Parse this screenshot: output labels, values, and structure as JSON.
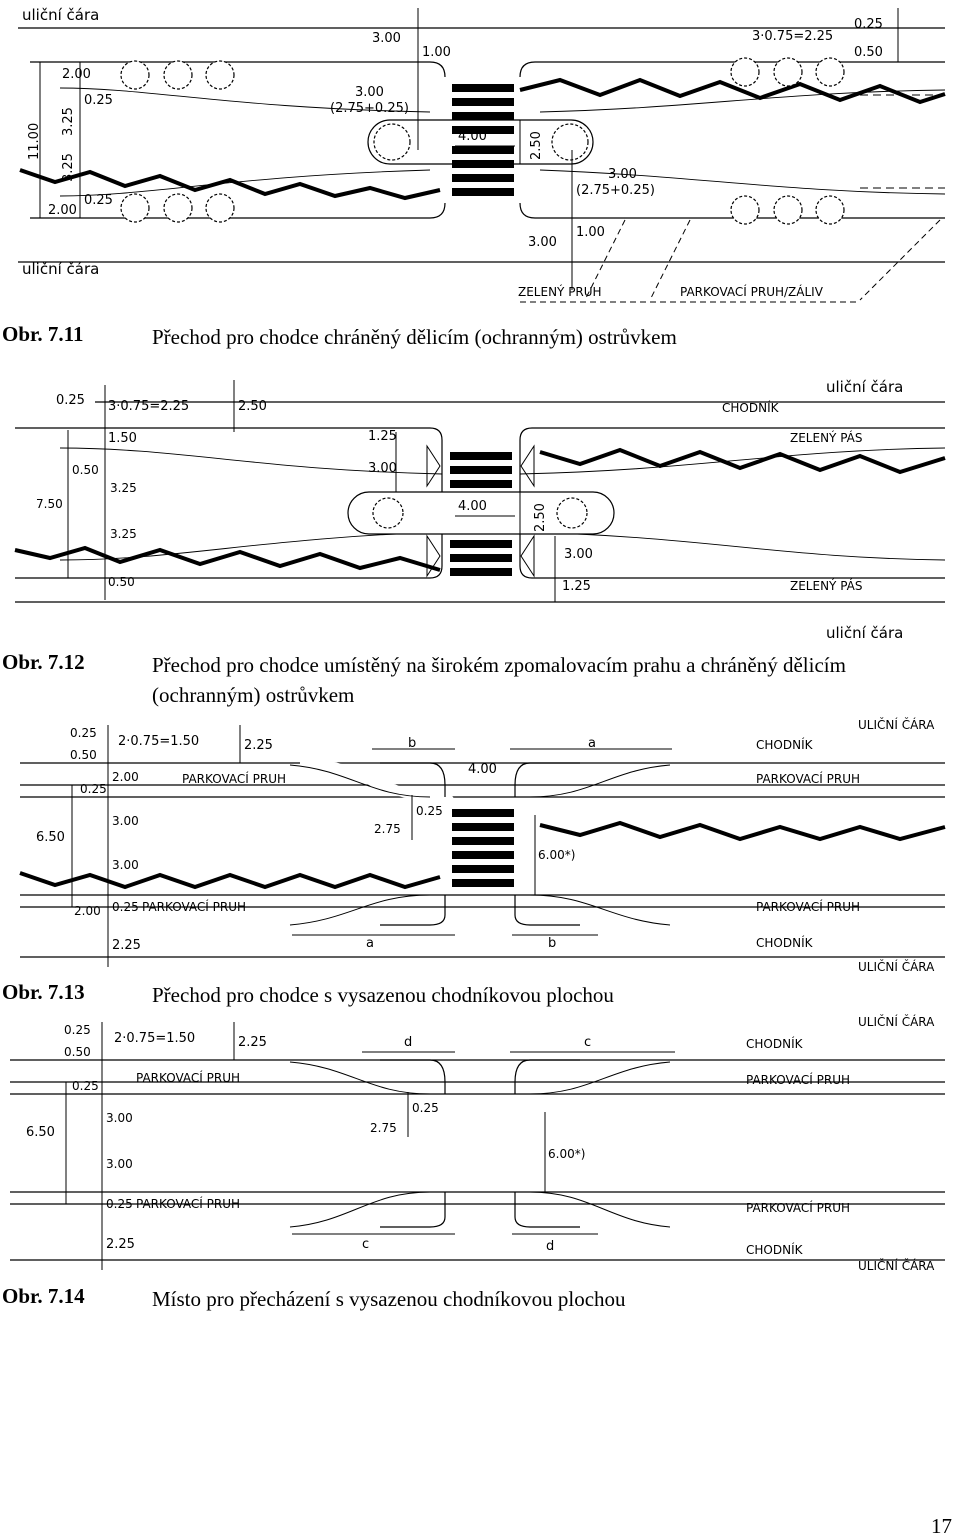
{
  "figures": [
    {
      "number": "Obr. 7.11",
      "caption": "Přechod pro chodce chráněný dělicím (ochranným) ostrůvkem",
      "labels": {
        "street_line_top": "uliční čára",
        "street_line_bottom": "uliční čára",
        "green_lane": "ZELENÝ PRUH",
        "parking": "PARKOVACÍ PRUH/ZÁLIV"
      },
      "dimensions": [
        "3.00",
        "1.00",
        "3.00",
        "(2.75+0.25)",
        "2.00",
        "0.25",
        "3.25",
        "11.00",
        "3.25",
        "2.00",
        "0.25",
        "4.00",
        "2.50",
        "3·0.75=2.25",
        "0.25",
        "0.50",
        "3.00",
        "(2.75+0.25)",
        "1.00",
        "3.00"
      ]
    },
    {
      "number": "Obr. 7.12",
      "caption": "Přechod pro chodce umístěný na širokém zpomalovacím prahu a chráněný dělicím (ochranným) ostrůvkem",
      "labels": {
        "street_line_top": "uliční čára",
        "street_line_bottom": "uliční čára",
        "sidewalk": "CHODNÍK",
        "green_strip_top": "ZELENÝ PÁS",
        "green_strip_bottom": "ZELENÝ PÁS"
      },
      "dimensions": [
        "0.25",
        "3·0.75=2.25",
        "2.50",
        "1.50",
        "1.25",
        "3.00",
        "0.50",
        "3.25",
        "7.50",
        "3.25",
        "0.50",
        "4.00",
        "2.50",
        "3.00",
        "1.25"
      ]
    },
    {
      "number": "Obr. 7.13",
      "caption": "Přechod pro chodce s vysazenou chodníkovou plochou",
      "labels": {
        "street_line_top": "ULIČNÍ ČÁRA",
        "street_line_bottom": "ULIČNÍ ČÁRA",
        "sidewalk_top": "CHODNÍK",
        "sidewalk_bottom": "CHODNÍK",
        "parking_left_top": "PARKOVACÍ PRUH",
        "parking_right_top": "PARKOVACÍ PRUH",
        "parking_left_bottom": "PARKOVACÍ PRUH",
        "parking_right_bottom": "PARKOVACÍ PRUH"
      },
      "dimensions": [
        "0.25",
        "0.50",
        "2·0.75=1.50",
        "2.25",
        "0.25",
        "2.00",
        "6.50",
        "3.00",
        "3.00",
        "2.00",
        "0.25",
        "2.25",
        "b",
        "4.00",
        "a",
        "0.25",
        "2.75",
        "6.00*)",
        "a",
        "b"
      ]
    },
    {
      "number": "Obr. 7.14",
      "caption": "Místo pro přecházení s vysazenou chodníkovou plochou",
      "labels": {
        "street_line_top": "ULIČNÍ ČÁRA",
        "street_line_bottom": "ULIČNÍ ČÁRA",
        "sidewalk_top": "CHODNÍK",
        "sidewalk_bottom": "CHODNÍK",
        "parking_left_top": "PARKOVACÍ PRUH",
        "parking_right_top": "PARKOVACÍ PRUH",
        "parking_left_bottom": "PARKOVACÍ PRUH",
        "parking_right_bottom": "PARKOVACÍ PRUH"
      },
      "dimensions": [
        "0.25",
        "0.50",
        "2·0.75=1.50",
        "2.25",
        "0.25",
        "6.50",
        "3.00",
        "3.00",
        "0.25",
        "2.25",
        "d",
        "c",
        "0.25",
        "2.75",
        "6.00*)",
        "c",
        "d"
      ]
    }
  ],
  "page_number": "17"
}
